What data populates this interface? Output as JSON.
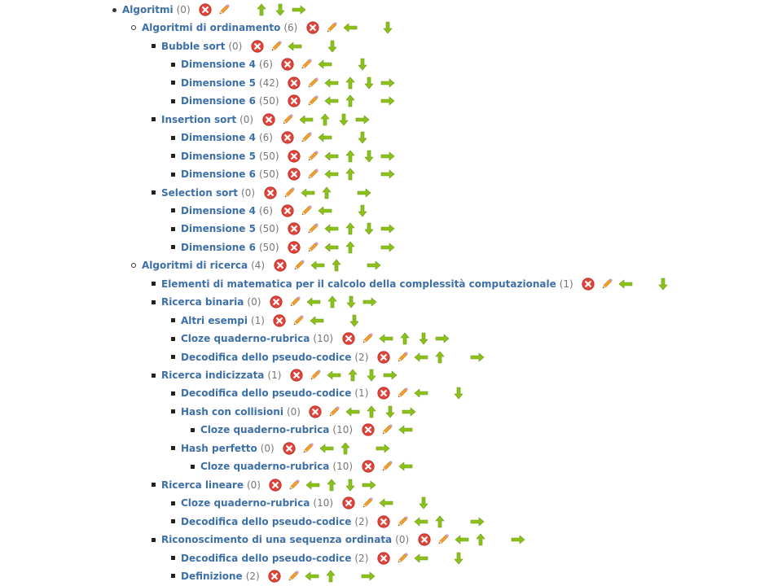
{
  "icons": {
    "delete": "delete-icon",
    "edit": "edit-pencil-icon",
    "left": "move-left-icon",
    "up": "move-up-icon",
    "down": "move-down-icon",
    "right": "move-right-icon"
  },
  "colors": {
    "link": "#3d6fa8",
    "count": "#777777",
    "delete_red": "#e0443a",
    "arrow_green": "#8cc11a",
    "pencil_orange": "#f0a030"
  },
  "categories": [
    {
      "name": "Algoritmi",
      "count": "(0)",
      "depth": 0,
      "actions": [
        "delete",
        "edit",
        "",
        "up",
        "down",
        "right"
      ]
    },
    {
      "name": "Algoritmi di ordinamento",
      "count": "(6)",
      "depth": 1,
      "actions": [
        "delete",
        "edit",
        "left",
        "",
        "down"
      ]
    },
    {
      "name": "Bubble sort",
      "count": "(0)",
      "depth": 2,
      "actions": [
        "delete",
        "edit",
        "left",
        "",
        "down"
      ]
    },
    {
      "name": "Dimensione 4",
      "count": "(6)",
      "depth": 3,
      "actions": [
        "delete",
        "edit",
        "left",
        "",
        "down"
      ]
    },
    {
      "name": "Dimensione 5",
      "count": "(42)",
      "depth": 3,
      "actions": [
        "delete",
        "edit",
        "left",
        "up",
        "down",
        "right"
      ]
    },
    {
      "name": "Dimensione 6",
      "count": "(50)",
      "depth": 3,
      "actions": [
        "delete",
        "edit",
        "left",
        "up",
        "",
        "right"
      ]
    },
    {
      "name": "Insertion sort",
      "count": "(0)",
      "depth": 2,
      "actions": [
        "delete",
        "edit",
        "left",
        "up",
        "down",
        "right"
      ]
    },
    {
      "name": "Dimensione 4",
      "count": "(6)",
      "depth": 3,
      "actions": [
        "delete",
        "edit",
        "left",
        "",
        "down"
      ]
    },
    {
      "name": "Dimensione 5",
      "count": "(50)",
      "depth": 3,
      "actions": [
        "delete",
        "edit",
        "left",
        "up",
        "down",
        "right"
      ]
    },
    {
      "name": "Dimensione 6",
      "count": "(50)",
      "depth": 3,
      "actions": [
        "delete",
        "edit",
        "left",
        "up",
        "",
        "right"
      ]
    },
    {
      "name": "Selection sort",
      "count": "(0)",
      "depth": 2,
      "actions": [
        "delete",
        "edit",
        "left",
        "up",
        "",
        "right"
      ]
    },
    {
      "name": "Dimensione 4",
      "count": "(6)",
      "depth": 3,
      "actions": [
        "delete",
        "edit",
        "left",
        "",
        "down"
      ]
    },
    {
      "name": "Dimensione 5",
      "count": "(50)",
      "depth": 3,
      "actions": [
        "delete",
        "edit",
        "left",
        "up",
        "down",
        "right"
      ]
    },
    {
      "name": "Dimensione 6",
      "count": "(50)",
      "depth": 3,
      "actions": [
        "delete",
        "edit",
        "left",
        "up",
        "",
        "right"
      ]
    },
    {
      "name": "Algoritmi di ricerca",
      "count": "(4)",
      "depth": 1,
      "actions": [
        "delete",
        "edit",
        "left",
        "up",
        "",
        "right"
      ]
    },
    {
      "name": "Elementi di matematica per il calcolo della complessità computazionale",
      "count": "(1)",
      "depth": 2,
      "actions": [
        "delete",
        "edit",
        "left",
        "",
        "down"
      ]
    },
    {
      "name": "Ricerca binaria",
      "count": "(0)",
      "depth": 2,
      "actions": [
        "delete",
        "edit",
        "left",
        "up",
        "down",
        "right"
      ]
    },
    {
      "name": "Altri esempi",
      "count": "(1)",
      "depth": 3,
      "actions": [
        "delete",
        "edit",
        "left",
        "",
        "down"
      ]
    },
    {
      "name": "Cloze quaderno-rubrica",
      "count": "(10)",
      "depth": 3,
      "actions": [
        "delete",
        "edit",
        "left",
        "up",
        "down",
        "right"
      ]
    },
    {
      "name": "Decodifica dello pseudo-codice",
      "count": "(2)",
      "depth": 3,
      "actions": [
        "delete",
        "edit",
        "left",
        "up",
        "",
        "right"
      ]
    },
    {
      "name": "Ricerca indicizzata",
      "count": "(1)",
      "depth": 2,
      "actions": [
        "delete",
        "edit",
        "left",
        "up",
        "down",
        "right"
      ]
    },
    {
      "name": "Decodifica dello pseudo-codice",
      "count": "(1)",
      "depth": 3,
      "actions": [
        "delete",
        "edit",
        "left",
        "",
        "down"
      ]
    },
    {
      "name": "Hash con collisioni",
      "count": "(0)",
      "depth": 3,
      "actions": [
        "delete",
        "edit",
        "left",
        "up",
        "down",
        "right"
      ]
    },
    {
      "name": "Cloze quaderno-rubrica",
      "count": "(10)",
      "depth": 4,
      "actions": [
        "delete",
        "edit",
        "left"
      ]
    },
    {
      "name": "Hash perfetto",
      "count": "(0)",
      "depth": 3,
      "actions": [
        "delete",
        "edit",
        "left",
        "up",
        "",
        "right"
      ]
    },
    {
      "name": "Cloze quaderno-rubrica",
      "count": "(10)",
      "depth": 4,
      "actions": [
        "delete",
        "edit",
        "left"
      ]
    },
    {
      "name": "Ricerca lineare",
      "count": "(0)",
      "depth": 2,
      "actions": [
        "delete",
        "edit",
        "left",
        "up",
        "down",
        "right"
      ]
    },
    {
      "name": "Cloze quaderno-rubrica",
      "count": "(10)",
      "depth": 3,
      "actions": [
        "delete",
        "edit",
        "left",
        "",
        "down"
      ]
    },
    {
      "name": "Decodifica dello pseudo-codice",
      "count": "(2)",
      "depth": 3,
      "actions": [
        "delete",
        "edit",
        "left",
        "up",
        "",
        "right"
      ]
    },
    {
      "name": "Riconoscimento di una sequenza ordinata",
      "count": "(0)",
      "depth": 2,
      "actions": [
        "delete",
        "edit",
        "left",
        "up",
        "",
        "right"
      ]
    },
    {
      "name": "Decodifica dello pseudo-codice",
      "count": "(2)",
      "depth": 3,
      "actions": [
        "delete",
        "edit",
        "left",
        "",
        "down"
      ]
    },
    {
      "name": "Definizione",
      "count": "(2)",
      "depth": 3,
      "actions": [
        "delete",
        "edit",
        "left",
        "up",
        "",
        "right"
      ]
    }
  ]
}
